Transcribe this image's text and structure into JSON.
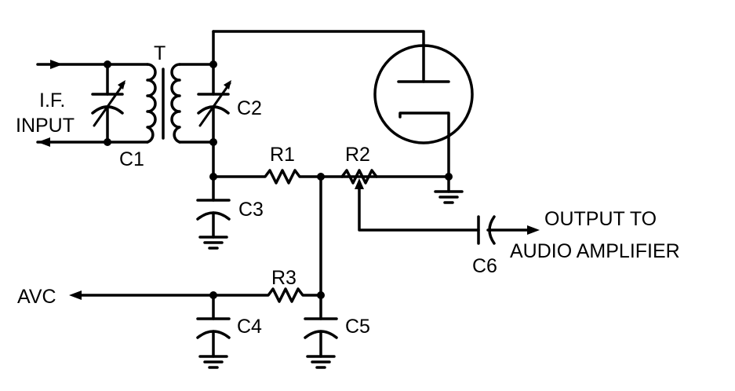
{
  "diagram": {
    "labels": {
      "transformer": "T",
      "if_input_line1": "I.F.",
      "if_input_line2": "INPUT",
      "c1": "C1",
      "c2": "C2",
      "c3": "C3",
      "c4": "C4",
      "c5": "C5",
      "c6": "C6",
      "r1": "R1",
      "r2": "R2",
      "r3": "R3",
      "avc": "AVC",
      "output_line1": "OUTPUT TO",
      "output_line2": "AUDIO AMPLIFIER"
    },
    "icons": {
      "tube": "diode-vacuum-tube-icon",
      "ground": "ground-icon",
      "capacitor": "capacitor-icon",
      "variable_capacitor": "variable-capacitor-icon",
      "resistor": "resistor-icon",
      "potentiometer": "potentiometer-icon",
      "coil": "transformer-coil-icon"
    }
  }
}
